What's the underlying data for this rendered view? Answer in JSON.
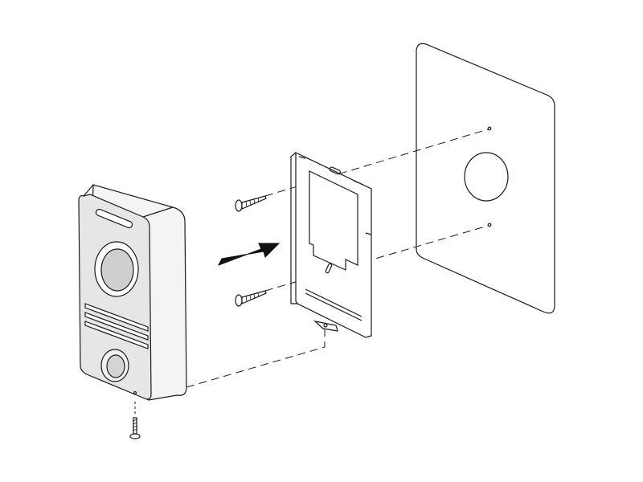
{
  "diagram": {
    "type": "exploded installation diagram",
    "parts": [
      "door-station",
      "mounting-bracket",
      "wall-plate",
      "screw",
      "screw",
      "screw"
    ],
    "colors": {
      "background": "#ffffff",
      "line": "#1a1a1a",
      "panel_fill": "#e6e6e6",
      "body_fill": "#f4f4f4",
      "arrow": "#111111"
    }
  }
}
